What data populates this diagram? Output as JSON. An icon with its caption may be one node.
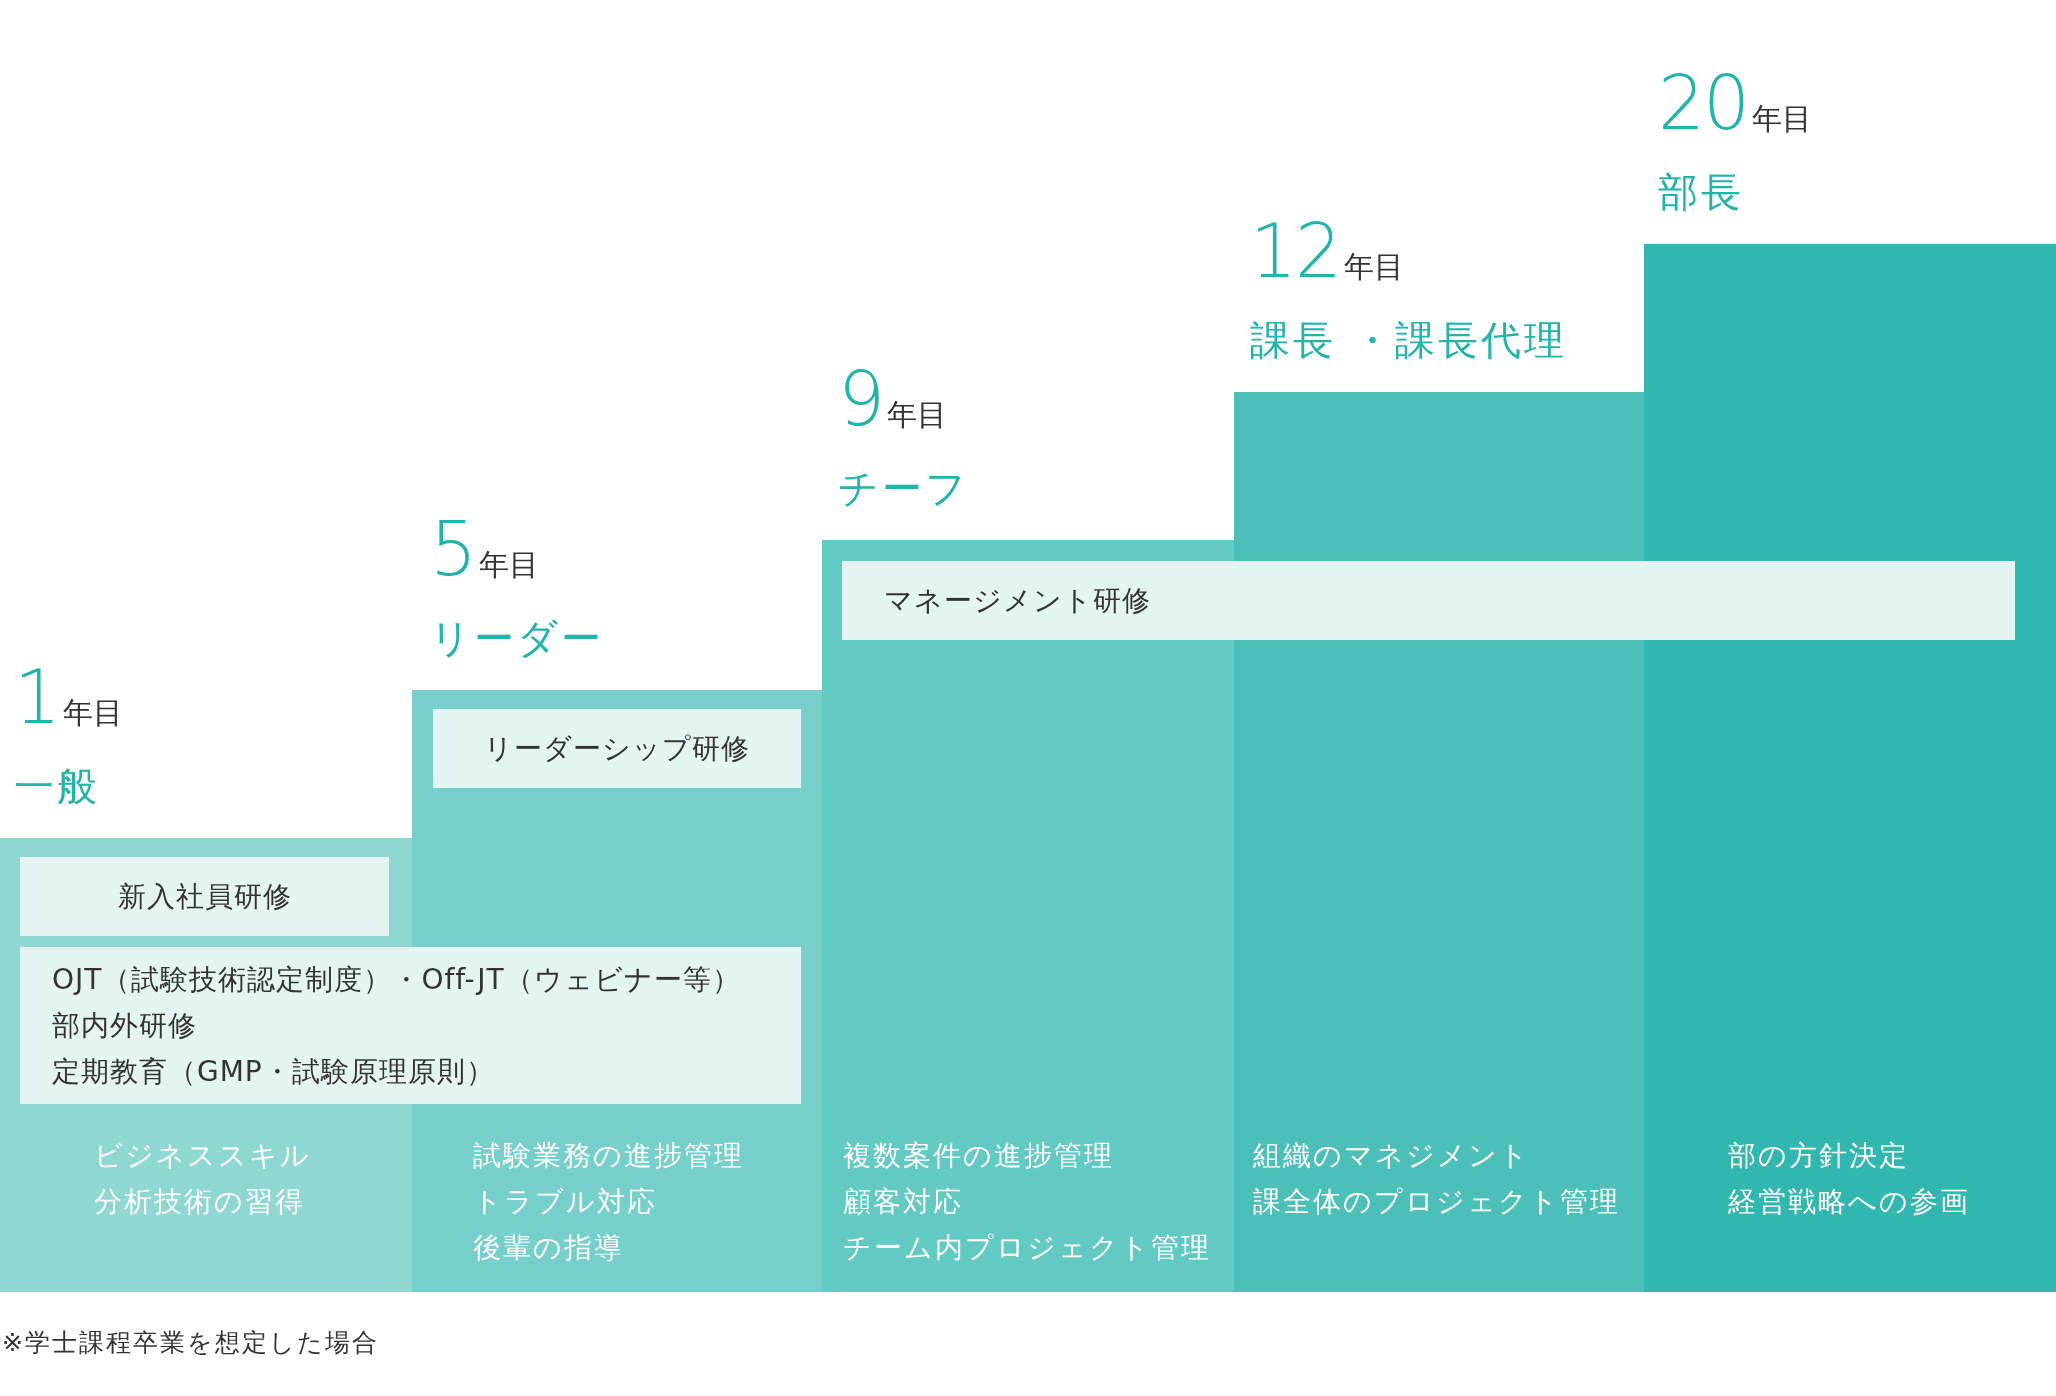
{
  "diagram": {
    "nodes": [
      {
        "text": [
          "1",
          "年目",
          "一般",
          "ビジネススキル",
          "分析技術の習得"
        ]
      },
      {
        "text": [
          "5",
          "年目",
          "リーダー",
          "試験業務の進捗管理",
          "トラブル対応",
          "後輩の指導"
        ]
      },
      {
        "text": [
          "9",
          "年目",
          "チーフ",
          "複数案件の進捗管理",
          "顧客対応",
          "チーム内プロジェクト管理"
        ]
      },
      {
        "text": [
          "12",
          "年目",
          "課長 ・課長代理",
          "組織のマネジメント",
          "課全体のプロジェクト管理"
        ]
      },
      {
        "text": [
          "20",
          "年目",
          "部長",
          "部の方針決定",
          "経営戦略への参画"
        ]
      },
      {
        "text": [
          "新入社員研修"
        ],
        "in": 0
      },
      {
        "text": [
          "リーダーシップ研修"
        ],
        "in": 1
      },
      {
        "text": [
          "OJT（試験技術認定制度）・Off-JT（ウェビナー等）",
          "部内外研修",
          "定期教育（GMP・試験原理原則）"
        ]
      },
      {
        "text": [
          "マネージメント研修"
        ]
      }
    ],
    "labels": [
      "※学士課程卒業を想定した場合"
    ]
  }
}
